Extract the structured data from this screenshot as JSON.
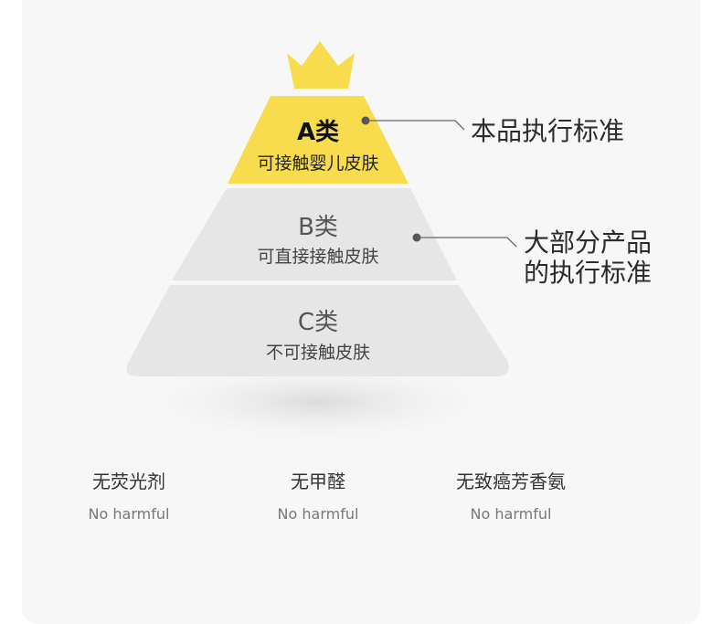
{
  "tiers": [
    {
      "title": "A类",
      "subtitle": "可接触婴儿皮肤",
      "color": "#f8dc4e"
    },
    {
      "title": "B类",
      "subtitle": "可直接接触皮肤",
      "color": "#e6e6e6"
    },
    {
      "title": "C类",
      "subtitle": "不可接触皮肤",
      "color": "#e6e6e6"
    }
  ],
  "side_labels": {
    "a_tier": "本品执行标准",
    "b_tier_line1": "大部分产品",
    "b_tier_line2": "的执行标准"
  },
  "features": [
    {
      "cn": "无荧光剂",
      "en": "No harmful"
    },
    {
      "cn": "无甲醛",
      "en": "No harmful"
    },
    {
      "cn": "无致癌芳香氨",
      "en": "No harmful"
    }
  ],
  "colors": {
    "crown": "#f8dc4e",
    "tier_gray": "#e6e6e6",
    "connector": "#555555",
    "background": "#f7f7f7"
  }
}
